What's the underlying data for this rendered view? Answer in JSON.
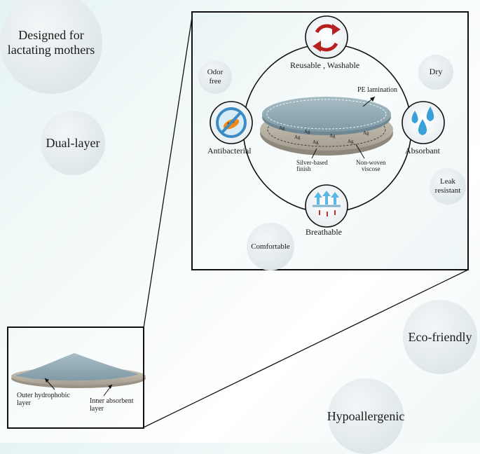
{
  "outer_bubbles": {
    "lactating": "Designed for\nlactating mothers",
    "dual_layer": "Dual-layer",
    "eco": "Eco-friendly",
    "hypo": "Hypoallergenic"
  },
  "inner_bubbles": {
    "odor": "Odor\nfree",
    "dry": "Dry",
    "leak": "Leak\nresistant",
    "comfortable": "Comfortable"
  },
  "features": {
    "reusable": "Reusable , Washable",
    "antibacterial": "Antibacterial",
    "absorbant": "Absorbant",
    "breathable": "Breathable"
  },
  "pad_labels": {
    "pe": "PE lamination",
    "silver": "Silver-based\nfinish",
    "nonwoven": "Non-woven\nviscose",
    "outer": "Outer hydrophobic\nlayer",
    "inner": "Inner absorbent\nlayer"
  },
  "ion_label": "Ag",
  "colors": {
    "pad_top": "#8fa9b3",
    "pad_bottom": "#b9b3a7",
    "recycle": "#b52020",
    "drop": "#3aa0d8",
    "bacteria": "#f08a1a"
  }
}
